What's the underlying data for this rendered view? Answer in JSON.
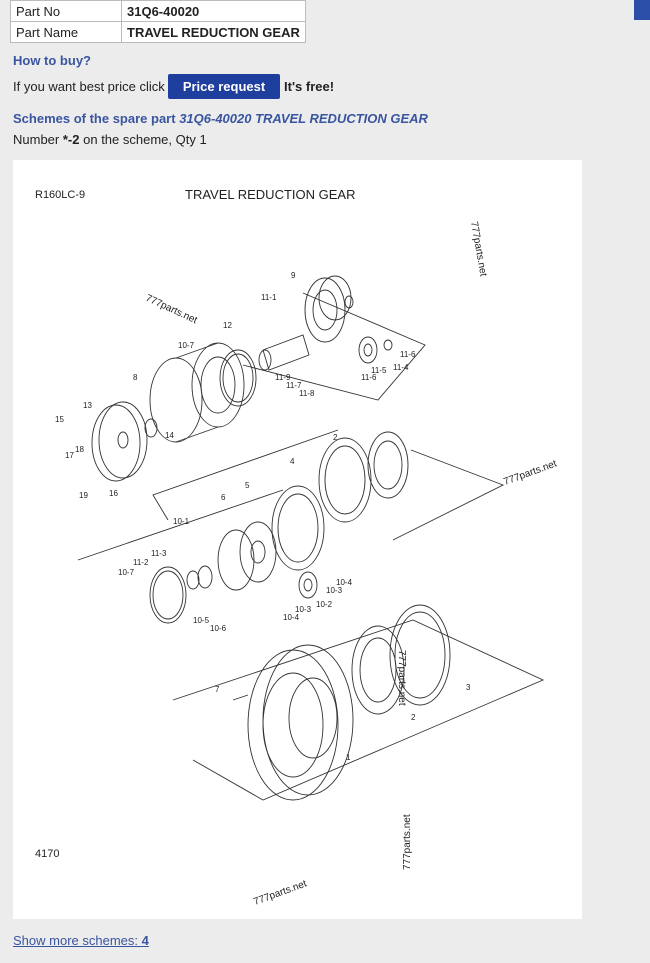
{
  "specs": [
    {
      "key": "Part No",
      "value": "31Q6-40020"
    },
    {
      "key": "Part Name",
      "value": "TRAVEL REDUCTION GEAR"
    }
  ],
  "how_to_buy": {
    "heading": "How to buy?",
    "prompt": "If you want best price click",
    "button_label": "Price request",
    "suffix": "It's free!"
  },
  "scheme": {
    "title_prefix": "Schemes of the spare part",
    "title_part": "31Q6-40020 TRAVEL REDUCTION GEAR",
    "number_prefix": "Number",
    "number_value": "*-2",
    "number_suffix": "on the scheme, Qty 1"
  },
  "diagram": {
    "model": "R160LC-9",
    "title": "TRAVEL REDUCTION GEAR",
    "code": "4170",
    "watermark": "777parts.net",
    "labels": [
      "1",
      "2",
      "3",
      "4",
      "5",
      "6",
      "7",
      "8",
      "9",
      "10-1",
      "10-2",
      "10-3",
      "10-4",
      "10-5",
      "10-6",
      "10-7",
      "11-1",
      "11-2",
      "11-3",
      "11-4",
      "11-5",
      "11-6",
      "11-7",
      "11-8",
      "11-9",
      "12",
      "13",
      "14",
      "15",
      "16",
      "17",
      "18",
      "19"
    ]
  },
  "more": {
    "label": "Show more schemes:",
    "count": "4"
  }
}
